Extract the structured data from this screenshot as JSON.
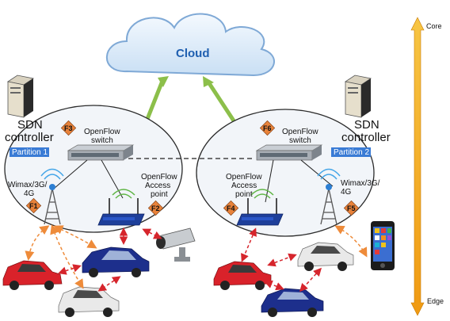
{
  "cloud": {
    "label": "Cloud"
  },
  "controllers": [
    {
      "label_line1": "SDN",
      "label_line2": "controller"
    },
    {
      "label_line1": "SDN",
      "label_line2": "controller"
    }
  ],
  "partitions": [
    {
      "label": "Partition 1",
      "switch_line1": "OpenFlow",
      "switch_line2": "switch",
      "switch_flag": "F3",
      "ap_line1": "OpenFlow",
      "ap_line2": "Access",
      "ap_line3": "point",
      "ap_flag": "F2",
      "tower_line1": "Wimax/3G/",
      "tower_line2": "4G",
      "tower_flag": "F1"
    },
    {
      "label": "Partition 2",
      "switch_line1": "OpenFlow",
      "switch_line2": "switch",
      "switch_flag": "F6",
      "ap_line1": "OpenFlow",
      "ap_line2": "Access",
      "ap_line3": "point",
      "ap_flag": "F4",
      "tower_line1": "Wimax/3G/",
      "tower_line2": "4G",
      "tower_flag": "F5"
    }
  ],
  "axis": {
    "top_label": "Core",
    "bottom_label": "Edge"
  },
  "colors": {
    "cloud_fill": "#dcebf9",
    "cloud_edge": "#7fa9d6",
    "arrow_green": "#8cbf4a",
    "partition_label": "#3a7bd5",
    "flag_orange": "#e8823a",
    "vertical_arrow": "#f3a81c",
    "car_red": "#d9222a",
    "car_blue": "#1d2f8c",
    "car_white": "#e9e9e9",
    "link_red": "#d6252c",
    "link_orange": "#ee8b3a"
  },
  "icons": [
    "server-icon",
    "switch-icon",
    "tower-icon",
    "router-icon",
    "camera-icon",
    "phone-icon",
    "car-icon"
  ]
}
